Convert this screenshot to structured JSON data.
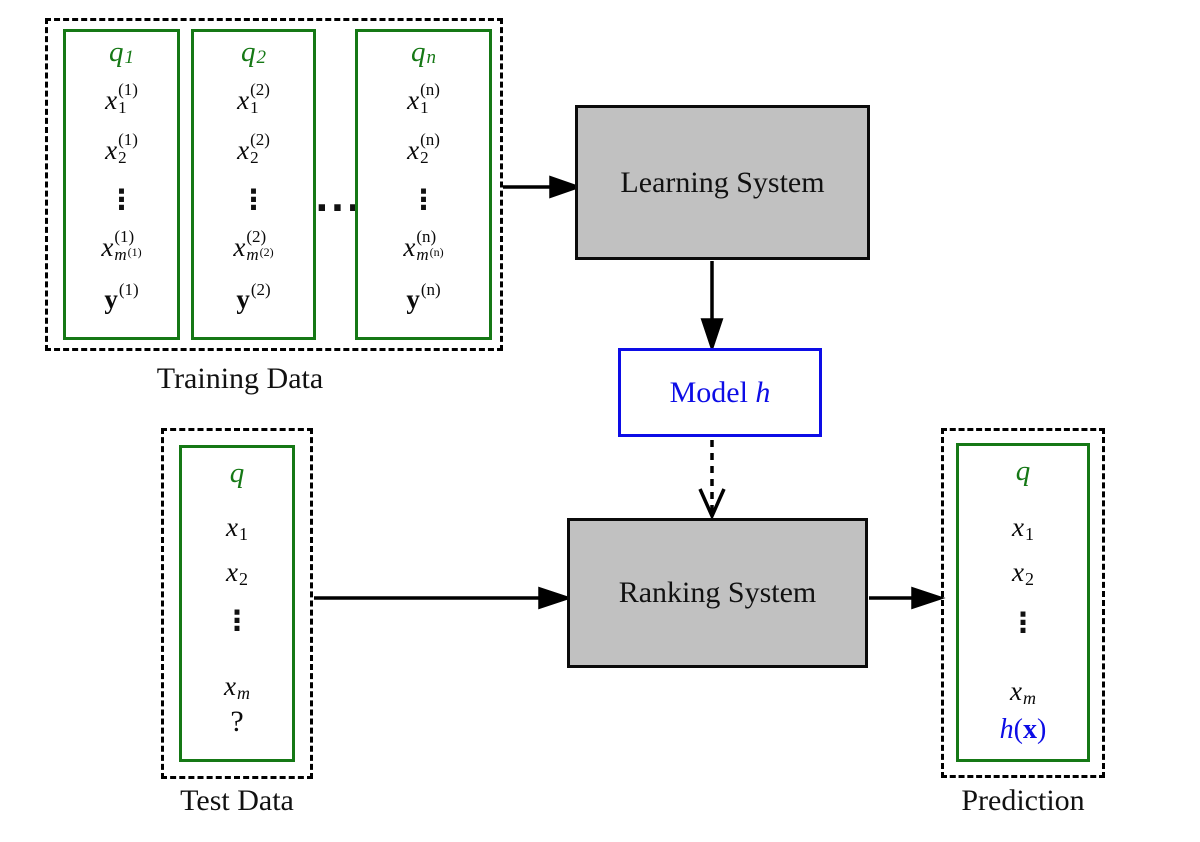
{
  "colors": {
    "green": "#157815",
    "blue": "#0d0de6",
    "system_box_fill": "#c1c1c1",
    "line": "#000000"
  },
  "training": {
    "caption": "Training Data",
    "between_dots": "···",
    "columns": [
      {
        "q_base": "q",
        "q_sub": "1",
        "x_base": "x",
        "x1_sub": "1",
        "x1_sup": "(1)",
        "x2_sub": "2",
        "x2_sup": "(1)",
        "vdots": "⋮",
        "xm_sup": "(1)",
        "xm_sub_base": "m",
        "xm_sub_sup": "(1)",
        "y_base": "y",
        "y_sup": "(1)"
      },
      {
        "q_base": "q",
        "q_sub": "2",
        "x_base": "x",
        "x1_sub": "1",
        "x1_sup": "(2)",
        "x2_sub": "2",
        "x2_sup": "(2)",
        "vdots": "⋮",
        "xm_sup": "(2)",
        "xm_sub_base": "m",
        "xm_sub_sup": "(2)",
        "y_base": "y",
        "y_sup": "(2)"
      },
      {
        "q_base": "q",
        "q_sub": "n",
        "x_base": "x",
        "x1_sub": "1",
        "x1_sup": "(n)",
        "x2_sub": "2",
        "x2_sup": "(n)",
        "vdots": "⋮",
        "xm_sup": "(n)",
        "xm_sub_base": "m",
        "xm_sub_sup": "(n)",
        "y_base": "y",
        "y_sup": "(n)"
      }
    ]
  },
  "learning_system": {
    "label": "Learning System"
  },
  "model": {
    "word": "Model",
    "variable": "h"
  },
  "ranking_system": {
    "label": "Ranking System"
  },
  "test_data": {
    "caption": "Test Data",
    "q": "q",
    "x_base": "x",
    "x1_sub": "1",
    "x2_sub": "2",
    "vdots": "⋮",
    "xm_sub": "m",
    "unknown_mark": "?"
  },
  "prediction": {
    "caption": "Prediction",
    "q": "q",
    "x_base": "x",
    "x1_sub": "1",
    "x2_sub": "2",
    "vdots": "⋮",
    "xm_sub": "m",
    "h_var": "h",
    "open_paren": "(",
    "x_vec": "x",
    "close_paren": ")"
  }
}
